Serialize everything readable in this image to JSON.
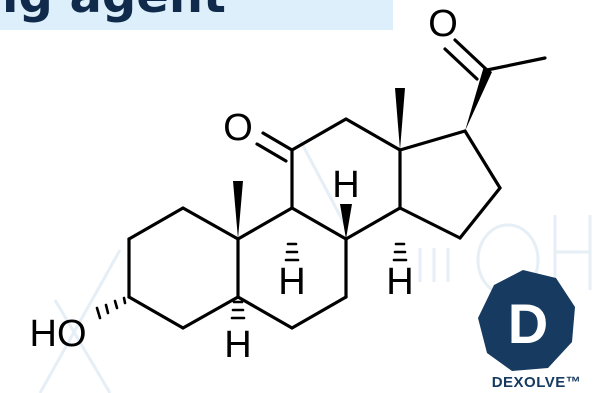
{
  "banner": {
    "text": "ig agent"
  },
  "molecule": {
    "atoms": {
      "ketone_oxygen": "O",
      "acetyl_oxygen": "O",
      "hydroxyl": "HO",
      "h_c8": "H",
      "h_c9": "H",
      "h_c14": "H",
      "h_c5": "H"
    }
  },
  "brand": {
    "logo_letter": "D",
    "name": "DEXOLVE™",
    "color": "#173a60"
  },
  "colors": {
    "banner_background": "#dceffa",
    "banner_text": "#0f2a4a",
    "bonds": "#000000",
    "watermark": "#e6eef6"
  }
}
